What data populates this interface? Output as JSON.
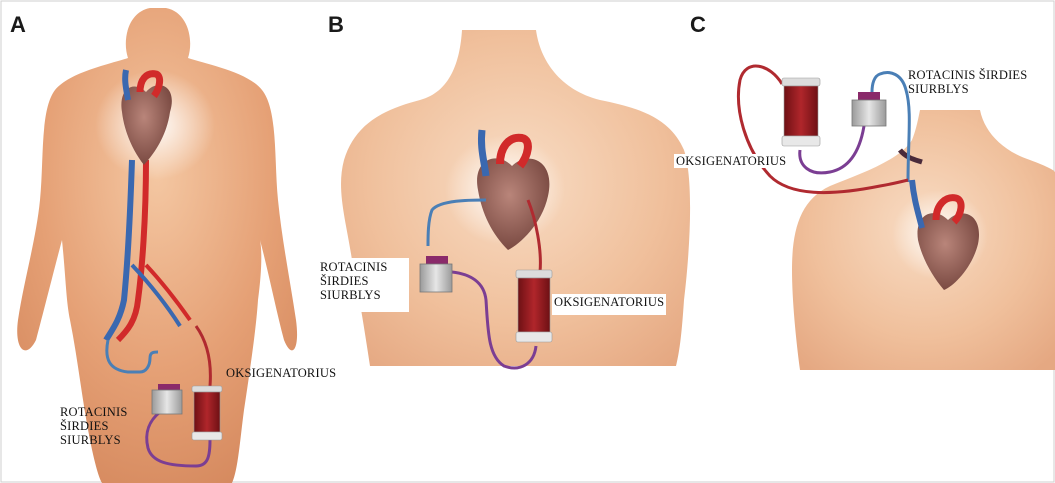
{
  "panels": [
    {
      "letter": "A",
      "pump_label": [
        "ROTACINIS",
        "ŠIRDIES",
        "SIURBLYS"
      ],
      "oxygenator_label": "OKSIGENATORIUS"
    },
    {
      "letter": "B",
      "pump_label": [
        "ROTACINIS",
        "ŠIRDIES",
        "SIURBLYS"
      ],
      "oxygenator_label": "OKSIGENATORIUS"
    },
    {
      "letter": "C",
      "pump_label": [
        "ROTACINIS ŠIRDIES",
        "SIURBLYS"
      ],
      "oxygenator_label": "OKSIGENATORIUS"
    }
  ],
  "colors": {
    "skin": "#e9a77c",
    "skin_light": "#f5d2b4",
    "artery": "#d12a2a",
    "vein": "#3a68b0",
    "tube_blue": "#4a7fb6",
    "tube_purple": "#7b3e93",
    "oxygenator": "#8e1b1f",
    "pump_cap": "#8a2a6a"
  }
}
